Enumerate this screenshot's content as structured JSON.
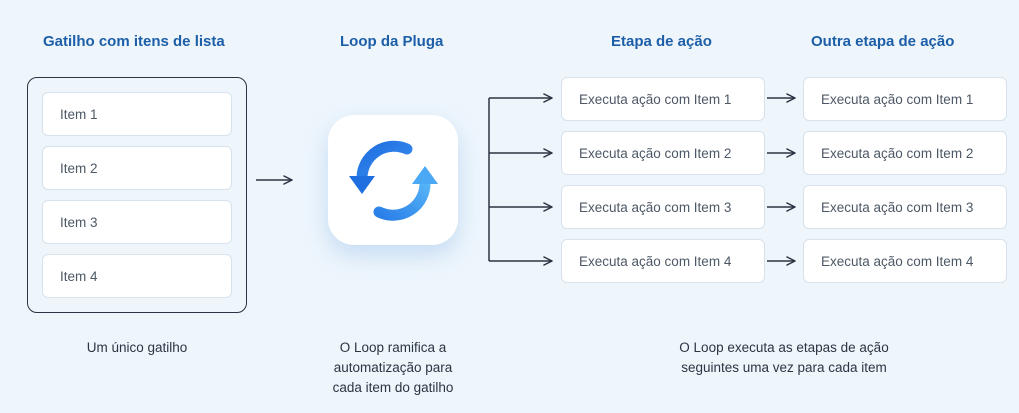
{
  "headings": {
    "trigger": "Gatilho com itens de lista",
    "loop": "Loop da Pluga",
    "action": "Etapa de ação",
    "other_action": "Outra etapa de ação"
  },
  "trigger_items": [
    "Item 1",
    "Item 2",
    "Item 3",
    "Item 4"
  ],
  "action_items": [
    "Executa ação com Item 1",
    "Executa ação com Item 2",
    "Executa ação com Item 3",
    "Executa ação com Item 4"
  ],
  "other_action_items": [
    "Executa ação com Item 1",
    "Executa ação com Item 2",
    "Executa ação com Item 3",
    "Executa ação com Item 4"
  ],
  "captions": {
    "trigger": "Um único gatilho",
    "loop_line1": "O Loop ramifica a",
    "loop_line2": "automatização para",
    "loop_line3": "cada item do gatilho",
    "action_line1": "O Loop executa as etapas de ação",
    "action_line2": "seguintes uma vez para cada item"
  },
  "colors": {
    "heading": "#1d5ea8",
    "background": "#eef6fc",
    "arrow": "#2b3442",
    "loop_icon_dark": "#1f6fe0",
    "loop_icon_light": "#4aa8f5"
  },
  "icons": {
    "loop": "loop-refresh-icon"
  }
}
